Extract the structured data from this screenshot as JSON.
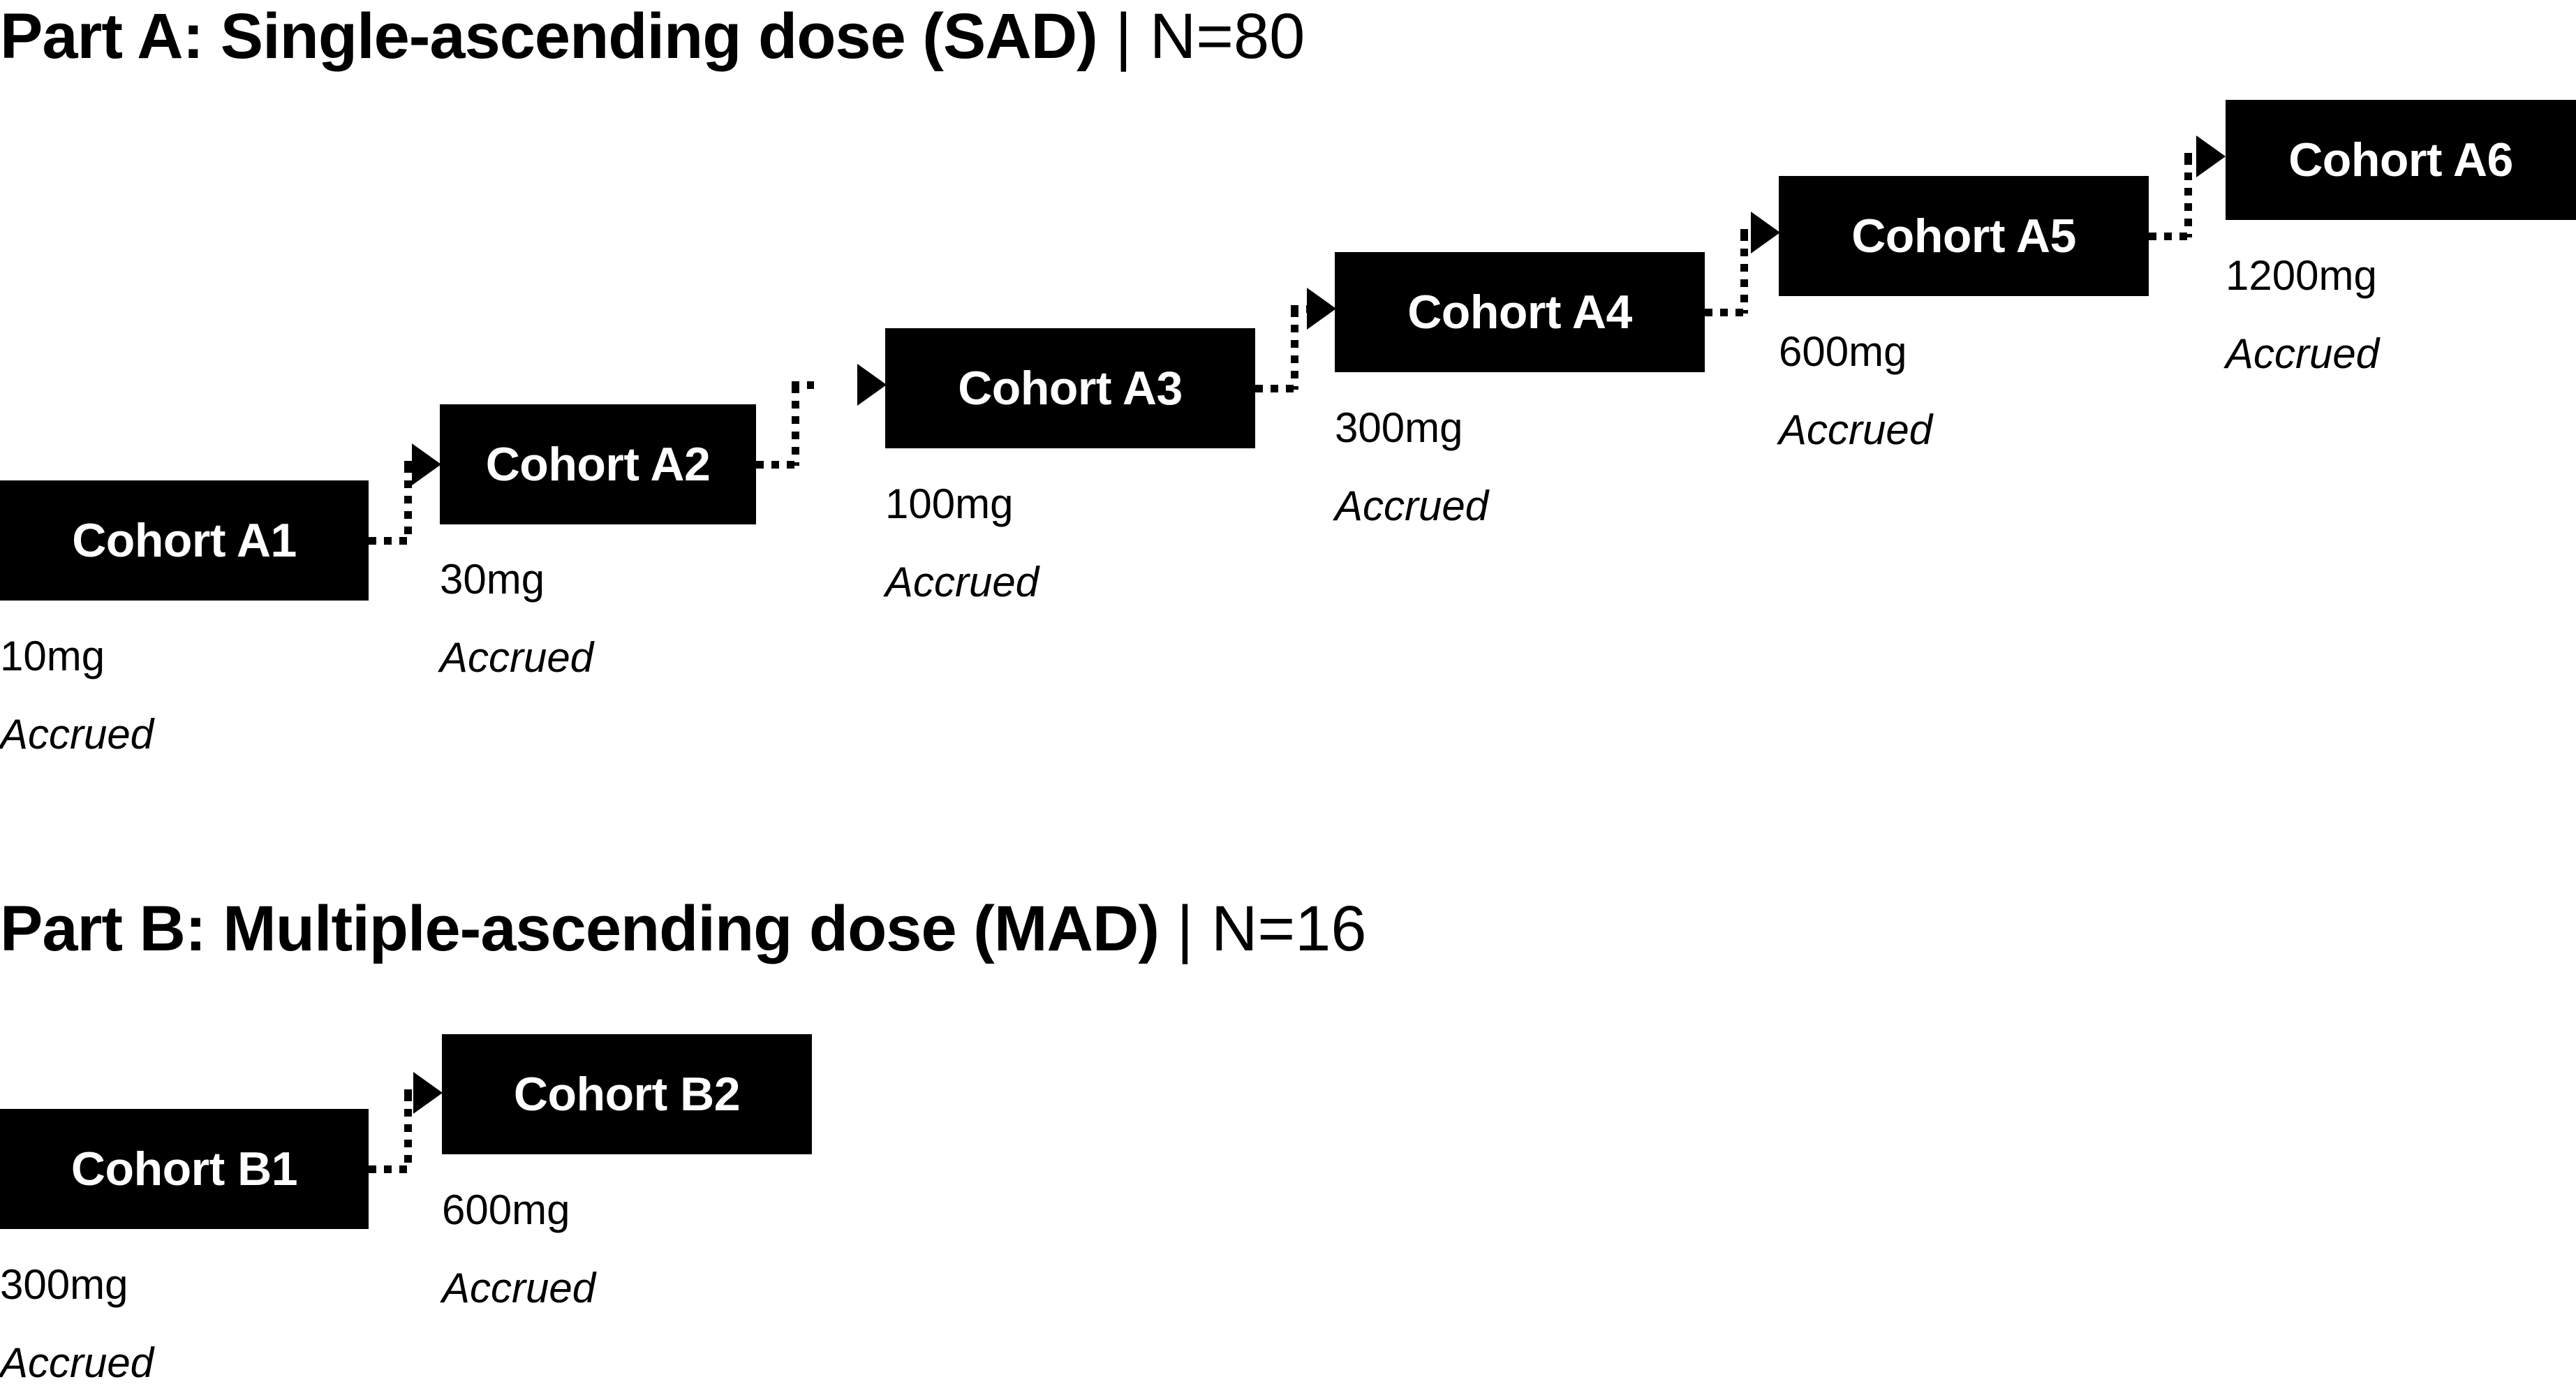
{
  "parts": [
    {
      "id": "part-a",
      "title_bold": "Part A: Single-ascending dose (SAD)",
      "title_n": " | N=80",
      "cohorts": [
        {
          "name": "Cohort A1",
          "dose": "10mg",
          "status": "Accrued"
        },
        {
          "name": "Cohort A2",
          "dose": "30mg",
          "status": "Accrued"
        },
        {
          "name": "Cohort A3",
          "dose": "100mg",
          "status": "Accrued"
        },
        {
          "name": "Cohort A4",
          "dose": "300mg",
          "status": "Accrued"
        },
        {
          "name": "Cohort A5",
          "dose": "600mg",
          "status": "Accrued"
        },
        {
          "name": "Cohort A6",
          "dose": "1200mg",
          "status": "Accrued"
        }
      ]
    },
    {
      "id": "part-b",
      "title_bold": "Part B: Multiple-ascending dose (MAD)",
      "title_n": " | N=16",
      "cohorts": [
        {
          "name": "Cohort B1",
          "dose": "300mg",
          "status": "Accrued"
        },
        {
          "name": "Cohort B2",
          "dose": "600mg",
          "status": "Accrued"
        }
      ]
    }
  ],
  "colors": {
    "box_fill": "#000000",
    "box_text": "#ffffff",
    "background": "#ffffff",
    "connector": "#000000"
  },
  "chart_data": {
    "type": "diagram",
    "title": "Dose-escalation cohort flow diagram",
    "layout": "stair-step ascending, left to right",
    "connector_style": "dotted elbow with solid arrowhead",
    "parts": [
      {
        "label": "Part A: Single-ascending dose (SAD) | N=80",
        "part": "A",
        "design": "Single-ascending dose (SAD)",
        "n": 80,
        "steps": [
          {
            "cohort": "Cohort A1",
            "dose_mg": 10,
            "dose_label": "10mg",
            "status": "Accrued"
          },
          {
            "cohort": "Cohort A2",
            "dose_mg": 30,
            "dose_label": "30mg",
            "status": "Accrued"
          },
          {
            "cohort": "Cohort A3",
            "dose_mg": 100,
            "dose_label": "100mg",
            "status": "Accrued"
          },
          {
            "cohort": "Cohort A4",
            "dose_mg": 300,
            "dose_label": "300mg",
            "status": "Accrued"
          },
          {
            "cohort": "Cohort A5",
            "dose_mg": 600,
            "dose_label": "600mg",
            "status": "Accrued"
          },
          {
            "cohort": "Cohort A6",
            "dose_mg": 1200,
            "dose_label": "1200mg",
            "status": "Accrued"
          }
        ]
      },
      {
        "label": "Part B: Multiple-ascending dose (MAD) | N=16",
        "part": "B",
        "design": "Multiple-ascending dose (MAD)",
        "n": 16,
        "steps": [
          {
            "cohort": "Cohort B1",
            "dose_mg": 300,
            "dose_label": "300mg",
            "status": "Accrued"
          },
          {
            "cohort": "Cohort B2",
            "dose_mg": 600,
            "dose_label": "600mg",
            "status": "Accrued"
          }
        ]
      }
    ]
  }
}
